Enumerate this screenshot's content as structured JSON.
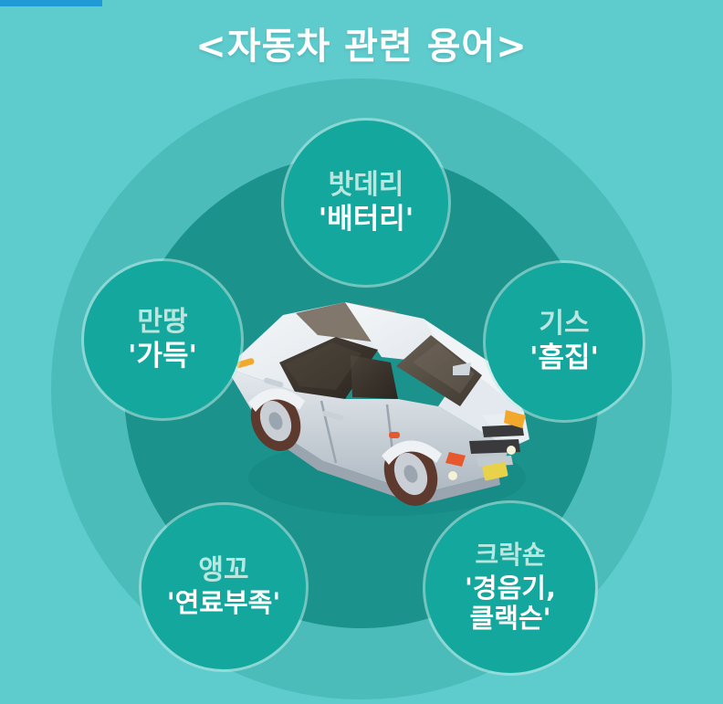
{
  "page": {
    "title": "<자동차 관련 용어>",
    "background_color": "#5ecbcd"
  },
  "top_bar": {
    "name": "loading-progress-bar",
    "fill_color": "#1f9ad6",
    "track_color": "#5ecbcd",
    "fill_percent": 14
  },
  "rings": {
    "outer_color": "#4cbcba",
    "inner_color": "#1c928d"
  },
  "illustration": {
    "name": "isometric-sedan-car",
    "body_color": "#e9edf0",
    "body_shadow_color": "#b9c2cb",
    "window_color": "#3a332c",
    "roof_stripe_color": "#6e6253",
    "tire_color": "#5e3a2e",
    "wheel_rim_color": "#c9cfd4",
    "headlight_color": "#f2a92b",
    "plate_color": "#e8d24a"
  },
  "bubbles": [
    {
      "id": "battery",
      "name": "term-bubble-battery",
      "slang": "밧데리",
      "proper_lines": [
        "'배터리'"
      ],
      "fill_color": "#13a79d",
      "slang_color": "#b9e6de",
      "proper_color": "#ffffff"
    },
    {
      "id": "full",
      "name": "term-bubble-full",
      "slang": "만땅",
      "proper_lines": [
        "'가득'"
      ],
      "fill_color": "#13a79d",
      "slang_color": "#b9e6de",
      "proper_color": "#ffffff"
    },
    {
      "id": "scratch",
      "name": "term-bubble-scratch",
      "slang": "기스",
      "proper_lines": [
        "'흠집'"
      ],
      "fill_color": "#13a79d",
      "slang_color": "#b9e6de",
      "proper_color": "#ffffff"
    },
    {
      "id": "empty",
      "name": "term-bubble-empty",
      "slang": "앵꼬",
      "proper_lines": [
        "'연료부족'"
      ],
      "fill_color": "#13a79d",
      "slang_color": "#b9e6de",
      "proper_color": "#ffffff"
    },
    {
      "id": "horn",
      "name": "term-bubble-horn",
      "slang": "크락숀",
      "proper_lines": [
        "'경음기,",
        "클랙슨'"
      ],
      "fill_color": "#13a79d",
      "slang_color": "#b9e6de",
      "proper_color": "#ffffff"
    }
  ]
}
